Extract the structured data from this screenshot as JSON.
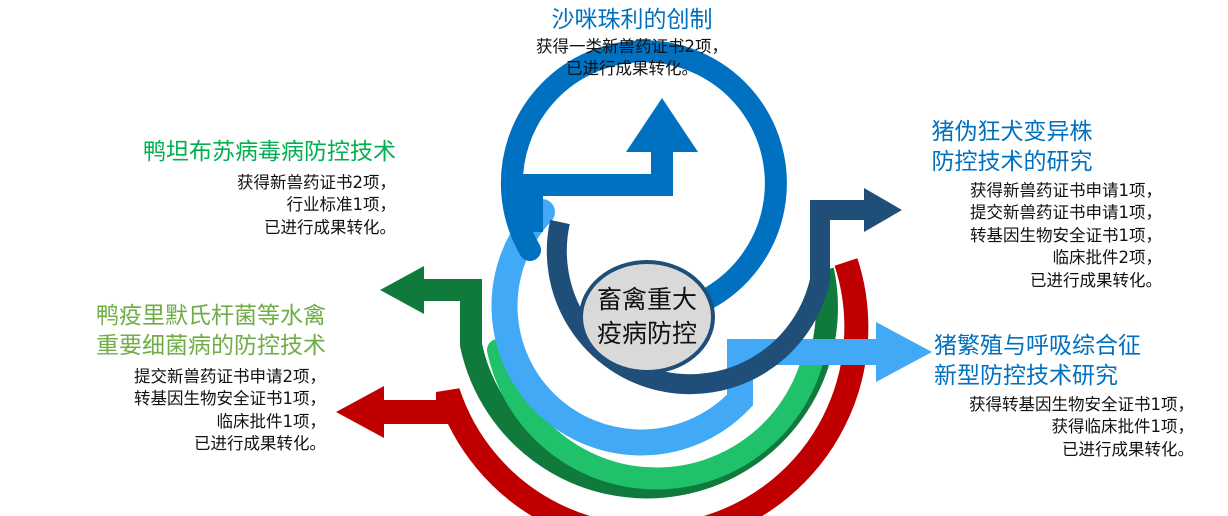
{
  "colors": {
    "top_blue": "#0070c0",
    "navy": "#1f4e79",
    "light_blue": "#41a9f5",
    "dark_green": "#107a3c",
    "bright_green": "#1fc16b",
    "red": "#c00000",
    "title_blue": "#0070c0",
    "title_green": "#00b050",
    "title_lime": "#70ad47",
    "hub_fill": "#d9d9d9"
  },
  "hub": {
    "line1": "畜禽重大",
    "line2": "疫病防控"
  },
  "top": {
    "title": "沙咪珠利的创制",
    "lines": [
      "获得一类新兽药证书2项，",
      "已进行成果转化。"
    ]
  },
  "upper_left": {
    "title": "鸭坦布苏病毒病防控技术",
    "lines": [
      "获得新兽药证书2项，",
      "行业标准1项，",
      "已进行成果转化。"
    ]
  },
  "lower_left": {
    "title_lines": [
      "鸭疫里默氏杆菌等水禽",
      "重要细菌病的防控技术"
    ],
    "lines": [
      "提交新兽药证书申请2项，",
      "转基因生物安全证书1项，",
      "临床批件1项，",
      "已进行成果转化。"
    ]
  },
  "upper_right": {
    "title_lines": [
      "猪伪狂犬变异株",
      "防控技术的研究"
    ],
    "lines": [
      "获得新兽药证书申请1项，",
      "提交新兽药证书申请1项，",
      "转基因生物安全证书1项，",
      "临床批件2项，",
      "已进行成果转化。"
    ]
  },
  "lower_right": {
    "title_lines": [
      "猪繁殖与呼吸综合征",
      "新型防控技术研究"
    ],
    "lines": [
      "获得转基因生物安全证书1项，",
      "获得临床批件1项，",
      "已进行成果转化。"
    ]
  }
}
